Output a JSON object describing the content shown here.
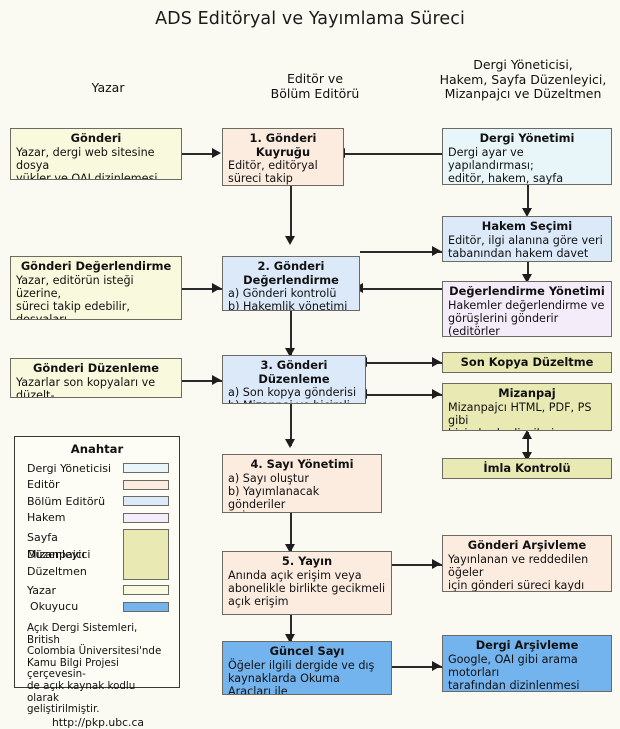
{
  "title": "ADS Editöryal ve Yayımlama Süreci",
  "column_headers": [
    {
      "name": "author",
      "text": "Yazar"
    },
    {
      "name": "editor",
      "text": "Editör ve\nBölüm Editörü"
    },
    {
      "name": "staff",
      "text": "Dergi Yöneticisi,\nHakem, Sayfa Düzenleyici,\nMizanpajcı ve Düzeltmen"
    }
  ],
  "boxes": {
    "gonderi": {
      "heading": "Gönderi",
      "body": "Yazar, dergi web sitesine dosya\nyükler ve OAI dizinlemesi için\nüst veri girişi yapar",
      "role": "author"
    },
    "gonderi_degerlendirme": {
      "heading": "Gönderi Değerlendirme",
      "body": "Yazar, editörün isteği üzerine,\nsüreci takip edebilir, dosyaları\ngörebilir, revize ediebilir ve\nyeniden gönderebilir",
      "role": "author"
    },
    "gonderi_duzenleme": {
      "heading": "Gönderi Düzenleme",
      "body": "Yazarlar son kopyaları ve düzelt-\nmen dizgilerini değerlendirir",
      "role": "author"
    },
    "step1": {
      "heading": "1. Gönderi Kuyruğu",
      "body": "Editör, editöryal süreci takip\netmesi için gönderiye bölüm\neditörü atar",
      "role": "editor"
    },
    "step2": {
      "heading": "2. Gönderi Değerlendirme",
      "body": "a) Gönderi kontrolü\nb) Hakemlik yönetimi\nc) Editöryal karara varma",
      "role": "section-editor"
    },
    "step3": {
      "heading": "3. Gönderi Düzenleme",
      "body": "a) Son kopya gönderisi\nb) Mizanpaj ve biçimli dizgiler\nc) Düzeltmen dizgileri",
      "role": "section-editor"
    },
    "step4": {
      "heading": "4. Sayı Yönetimi",
      "body": "a) Sayı oluştur\nb) Yayımlanacak gönderiler\nc) İçindekiler sayfası düzenleme",
      "role": "editor"
    },
    "step5": {
      "heading": "5. Yayın",
      "body": "Anında  açık erişim veya\nabonelikle birlikte  gecikmeli\naçık erişim",
      "role": "editor"
    },
    "guncel_sayi": {
      "heading": "Güncel Sayı",
      "body": "Öğeler  ilgili dergide ve dış\nkaynaklarda   Okuma Araçları  ile\nbirlikte   görünür",
      "role": "reader"
    },
    "dergi_yonetimi": {
      "heading": "Dergi Yönetimi",
      "body": "Dergi ayar ve yapılandırması;\neditör, hakem, sayfa düzenleyici\nve düzeltmen kaydı",
      "role": "journal-manager"
    },
    "hakem_secimi": {
      "heading": "Hakem Seçimi",
      "body": "Editör, ilgi alanına göre veri\ntabanından hakem davet eder",
      "role": "section-editor"
    },
    "degerlendirme_yonetimi": {
      "heading": "Değerlendirme Yönetimi",
      "body": "Hakemler değerlendirme ve\ngörüşlerini gönderir (editörler\nhakemleri puanlayabilir)",
      "role": "reviewer"
    },
    "son_kopya": {
      "heading": "Son Kopya Düzeltme",
      "body": "",
      "role": "layout"
    },
    "mizanpaj": {
      "heading": "Mizanpaj",
      "body": "Mizanpajcı HTML, PDF, PS gibi\nbiçimlerde dizgileri düzenler",
      "role": "layout"
    },
    "imla_kontrolu": {
      "heading": "İmla Kontrolü",
      "body": "",
      "role": "layout"
    },
    "gonderi_arsivleme": {
      "heading": "Gönderi Arşivleme",
      "body": "Yayınlanan ve reddedilen öğeler\niçin gönderi süreci kaydı\ntamamlanır ve arşivlenir",
      "role": "editor"
    },
    "dergi_arsivleme": {
      "heading": "Dergi Arşivleme",
      "body": "Google, OAI gibi arama motorları\ntarafından  dizinlenmesi yoluyla\nsayıların listelemesi",
      "role": "reader"
    }
  },
  "legend": {
    "title": "Anahtar",
    "single_rows": [
      {
        "label": "Dergi Yöneticisi",
        "color": "#e9f6f9"
      },
      {
        "label": "Editör",
        "color": "#fcece0"
      },
      {
        "label": "Bölüm Editörü",
        "color": "#dbe9f9"
      },
      {
        "label": "Hakem",
        "color": "#f4ecf8"
      }
    ],
    "group_rows": {
      "labels": [
        "Sayfa Düzenleyici",
        "Mizanpajcı",
        "Düzeltmen"
      ],
      "color": "#e9e9b4"
    },
    "tail_rows": [
      {
        "label": "Yazar",
        "color": "#f9f9dd"
      },
      {
        "label": "Okuyucu",
        "color": "#74b4ee"
      }
    ],
    "credit": "Açık Dergi Sistemleri, British\nColombia Üniversitesi'nde\nKamu Bilgi Projesi çerçevesin-\nde açık kaynak kodlu olarak\ngeliştirilmiştir.",
    "url": "http://pkp.ubc.ca"
  },
  "palette": {
    "journal-manager": "#e9f6f9",
    "editor": "#fcece0",
    "section-editor": "#dbe9f9",
    "reviewer": "#f4ecf8",
    "layout": "#e9e9b4",
    "author": "#f9f9dd",
    "reader": "#74b4ee",
    "background": "#fbfaf2",
    "border": "#6b6b63",
    "connector": "#2b2b2b"
  }
}
